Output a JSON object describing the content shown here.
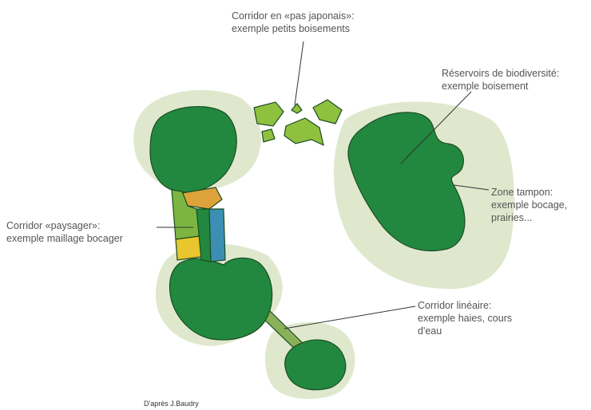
{
  "labels": {
    "pas_japonais": "Corridor en «pas japonais»:\nexemple petits boisements",
    "reservoirs": "Réservoirs de biodiversité:\nexemple boisement",
    "zone_tampon": "Zone tampon:\nexemple bocage,\nprairies...",
    "paysager": "Corridor «paysager»:\nexemple maillage bocager",
    "lineaire": "Corridor linéaire:\nexemple haies, cours\nd'eau",
    "credit": "D'après J.Baudry"
  },
  "colors": {
    "buffer_zone": "#dfe8cd",
    "reservoir": "#23883f",
    "stepping_stone": "#8fc13f",
    "hedge_orange": "#dda23a",
    "hedge_yellow": "#e9c52e",
    "hedge_green": "#7cb541",
    "river_blue": "#3a8fb3",
    "linear_corridor": "#8ab05a",
    "outline": "#1a4d22",
    "leader_line": "#333333"
  }
}
